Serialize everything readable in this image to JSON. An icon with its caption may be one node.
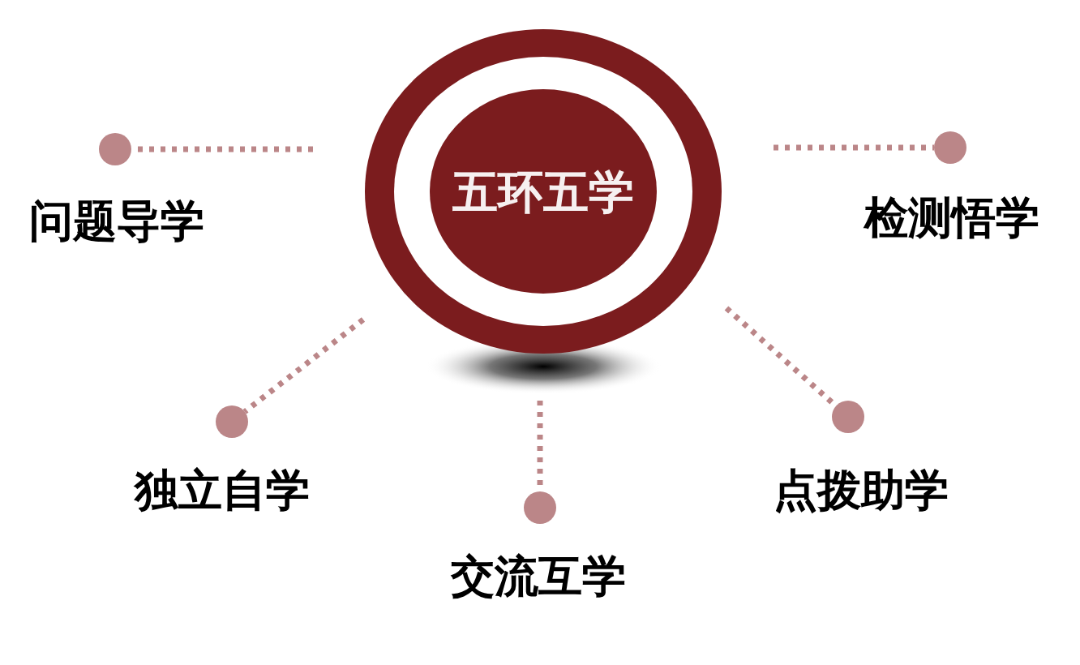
{
  "diagram": {
    "nodes": [
      {
        "text": [
          "五环五学"
        ]
      },
      {
        "text": [],
        "shape": "circle",
        "beside": [
          "问题导学"
        ]
      },
      {
        "text": [],
        "shape": "circle",
        "beside": [
          "检测悟学"
        ]
      },
      {
        "text": [],
        "shape": "circle",
        "beside": [
          "独立自学"
        ]
      },
      {
        "text": [],
        "shape": "circle",
        "beside": [
          "点拨助学"
        ]
      },
      {
        "text": [],
        "shape": "circle",
        "beside": [
          "交流互学"
        ]
      }
    ],
    "edges": [
      {
        "from": 0,
        "to": 1,
        "arrow": "none",
        "style": "dashed"
      },
      {
        "from": 0,
        "to": 2,
        "arrow": "none",
        "style": "dashed"
      },
      {
        "from": 0,
        "to": 3,
        "arrow": "none",
        "style": "dashed"
      },
      {
        "from": 0,
        "to": 4,
        "arrow": "none",
        "style": "dashed"
      },
      {
        "from": 0,
        "to": 5,
        "arrow": "none",
        "style": "dashed"
      }
    ]
  }
}
